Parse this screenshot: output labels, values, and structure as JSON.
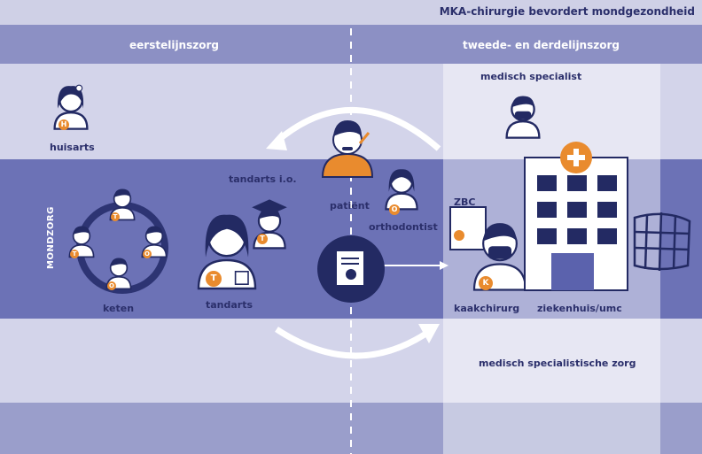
{
  "title": "MKA-chirurgie bevordert mondgezondheid",
  "columns": {
    "left": "eerstelijnszorg",
    "right": "tweede- en derdelijnszorg"
  },
  "side_label": "MONDZORG",
  "nodes": {
    "huisarts": "huisarts",
    "medisch_specialist": "medisch specialist",
    "patient": "patiënt",
    "tandarts_io": "tandarts i.o.",
    "orthodontist": "orthodontist",
    "keten": "keten",
    "tandarts": "tandarts",
    "zbc": "ZBC",
    "kaakchirurg": "kaakchirurg",
    "ziekenhuis": "ziekenhuis/umc",
    "specialistische_zorg": "medisch specialistische zorg"
  },
  "badges": {
    "huisarts": "H",
    "tandarts": "T",
    "orthodontist": "O",
    "kaakchirurg": "K",
    "tandarts_io": "T",
    "keten_top": "T",
    "keten_left": "T",
    "keten_right": "O",
    "keten_bottom": "O"
  },
  "colors": {
    "navy": "#232a63",
    "orange": "#e98b2e",
    "band_mid": "#6c72b6",
    "band_head": "#8c90c4",
    "light": "#d3d4ea"
  }
}
